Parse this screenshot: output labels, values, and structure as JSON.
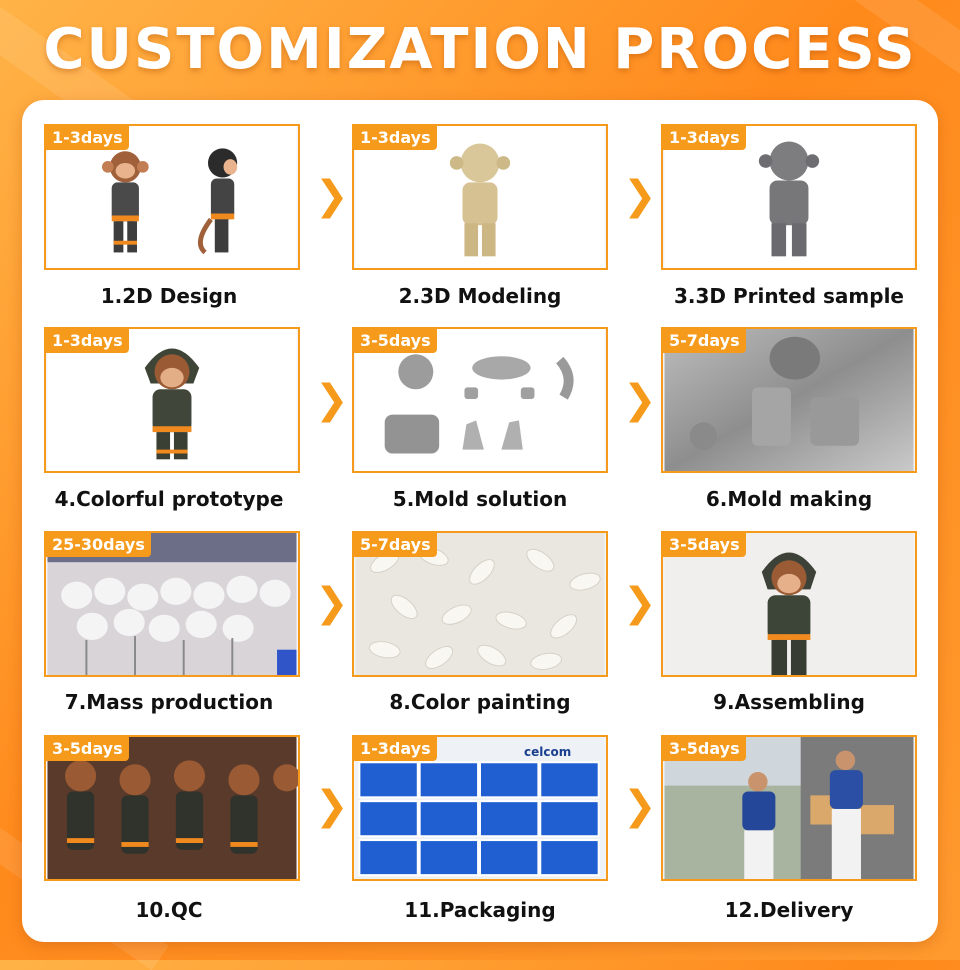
{
  "title": "CUSTOMIZATION PROCESS",
  "colors": {
    "accent": "#f59a1b",
    "background": "#ff8a1c",
    "panel": "#ffffff"
  },
  "arrow_glyph": "❯",
  "steps": [
    {
      "label": "1.2D Design",
      "duration": "1-3days"
    },
    {
      "label": "2.3D Modeling",
      "duration": "1-3days"
    },
    {
      "label": "3.3D Printed sample",
      "duration": "1-3days"
    },
    {
      "label": "4.Colorful prototype",
      "duration": "1-3days"
    },
    {
      "label": "5.Mold solution",
      "duration": "3-5days"
    },
    {
      "label": "6.Mold making",
      "duration": "5-7days"
    },
    {
      "label": "7.Mass production",
      "duration": "25-30days"
    },
    {
      "label": "8.Color painting",
      "duration": "5-7days"
    },
    {
      "label": "9.Assembling",
      "duration": "3-5days"
    },
    {
      "label": "10.QC",
      "duration": "3-5days"
    },
    {
      "label": "11.Packaging",
      "duration": "1-3days"
    },
    {
      "label": "12.Delivery",
      "duration": "3-5days"
    }
  ],
  "packaging_box_text": "celcom"
}
